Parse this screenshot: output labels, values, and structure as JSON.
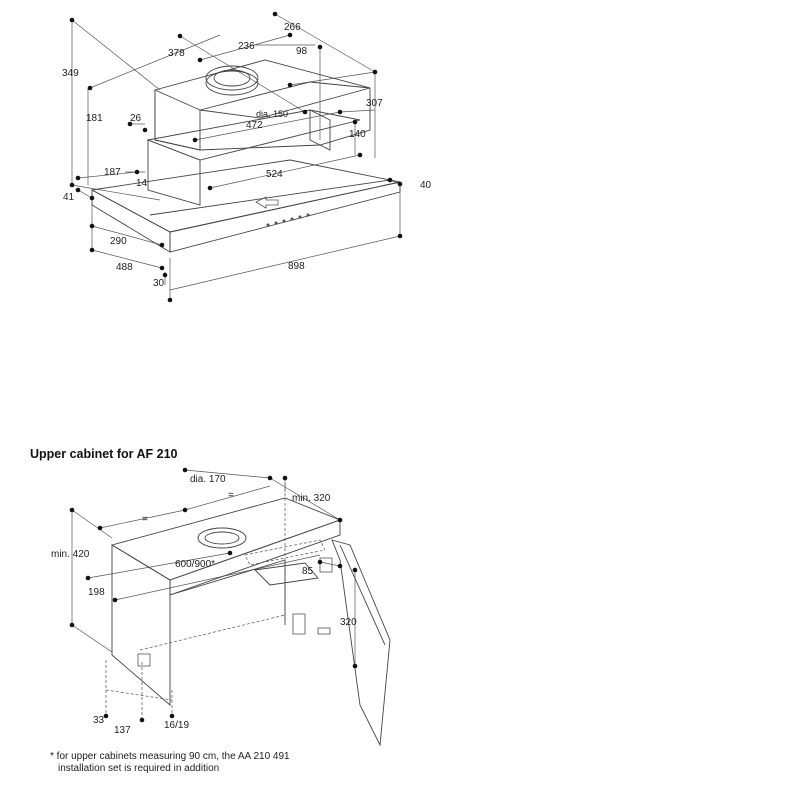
{
  "hood": {
    "labels": {
      "d266": "266",
      "d378": "378",
      "d236": "236",
      "d98": "98",
      "d349": "349",
      "d307": "307",
      "d181": "181",
      "d26": "26",
      "d472": "472",
      "dia150": "dia. 150",
      "d140": "140",
      "d187": "187",
      "d14": "14",
      "d524": "524",
      "d41": "41",
      "d40": "40",
      "d290": "290",
      "d488": "488",
      "d898": "898",
      "d30": "30"
    }
  },
  "cabinet": {
    "title": "Upper cabinet for AF 210",
    "labels": {
      "dia170": "dia. 170",
      "eq1": "=",
      "eq2": "=",
      "min320": "min. 320",
      "min420": "min. 420",
      "w600": "600/900*",
      "d198": "198",
      "d85": "85",
      "d320": "320",
      "d33": "33",
      "d137": "137",
      "d16": "16/19"
    },
    "footnote_line1": "* for upper cabinets measuring 90 cm, the AA 210 491",
    "footnote_line2": "installation set is required in addition"
  }
}
